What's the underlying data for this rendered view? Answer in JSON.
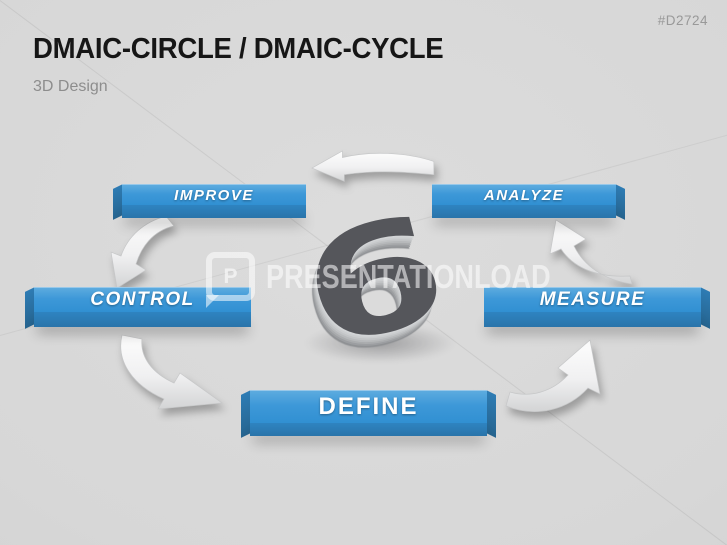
{
  "slide": {
    "code": "#D2724",
    "title": "DMAIC-CIRCLE / DMAIC-CYCLE",
    "subtitle": "3D Design"
  },
  "watermark": {
    "logo_letter": "P",
    "text": "PRESENTATIONLOAD"
  },
  "diagram": {
    "center_symbol": "6",
    "steps": [
      {
        "id": "improve",
        "label": "IMPROVE"
      },
      {
        "id": "analyze",
        "label": "ANALYZE"
      },
      {
        "id": "control",
        "label": "CONTROL"
      },
      {
        "id": "measure",
        "label": "MEASURE"
      },
      {
        "id": "define",
        "label": "DEFINE"
      }
    ]
  },
  "colors": {
    "background": "#d8d8d8",
    "bar_blue": "#3a95d6",
    "bar_blue_dark": "#2a73a9",
    "arrow_white": "#f4f4f5",
    "six_face": "#55565b",
    "six_side": "#c0c2c4",
    "title_text": "#161616",
    "muted_text": "#8d8d8d"
  }
}
